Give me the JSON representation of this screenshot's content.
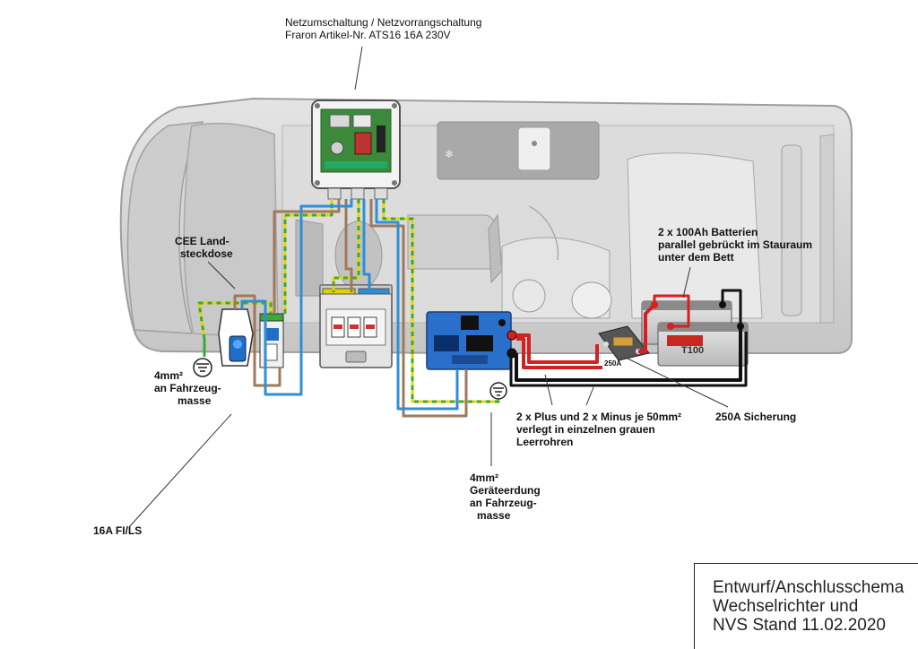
{
  "labels": {
    "ats_line1": "Netzumschaltung / Netzvorrangschaltung",
    "ats_line2": "Fraron Artikel-Nr. ATS16 16A 230V",
    "cee_line1": "CEE Land-",
    "cee_line2": "steckdose",
    "ground_left_line1": "4mm²",
    "ground_left_line2": "an Fahrzeug-",
    "ground_left_line3": "masse",
    "fils": "16A FI/LS",
    "ground_inv_line1": "4mm²",
    "ground_inv_line2": "Geräteerdung",
    "ground_inv_line3": "an Fahrzeug-",
    "ground_inv_line4": "masse",
    "cables_line1": "2 x Plus und 2 x Minus je 50mm²",
    "cables_line2": "verlegt in einzelnen grauen",
    "cables_line3": "Leerrohren",
    "fuse_label": "250A Sicherung",
    "fuse_small": "250A",
    "battery_line1": "2 x 100Ah Batterien",
    "battery_line2": "parallel gebrückt im Stauraum",
    "battery_line3": "unter dem Bett",
    "battery_brand": "T100"
  },
  "title_box": {
    "line1": "Entwurf/Anschlusschema",
    "line2": "Wechselrichter und",
    "line3": "NVS Stand 11.02.2020"
  },
  "colors": {
    "van_fill": "#d3d3d3",
    "van_stroke": "#9c9c9c",
    "wire_brown": "#a0785a",
    "wire_blue": "#2f8fd6",
    "wire_yellow": "#e8d400",
    "wire_green": "#3aa935",
    "wire_red": "#d42020",
    "wire_black": "#111111",
    "inverter_blue": "#2a6fc9",
    "pcb_green": "#3b8a3a"
  }
}
